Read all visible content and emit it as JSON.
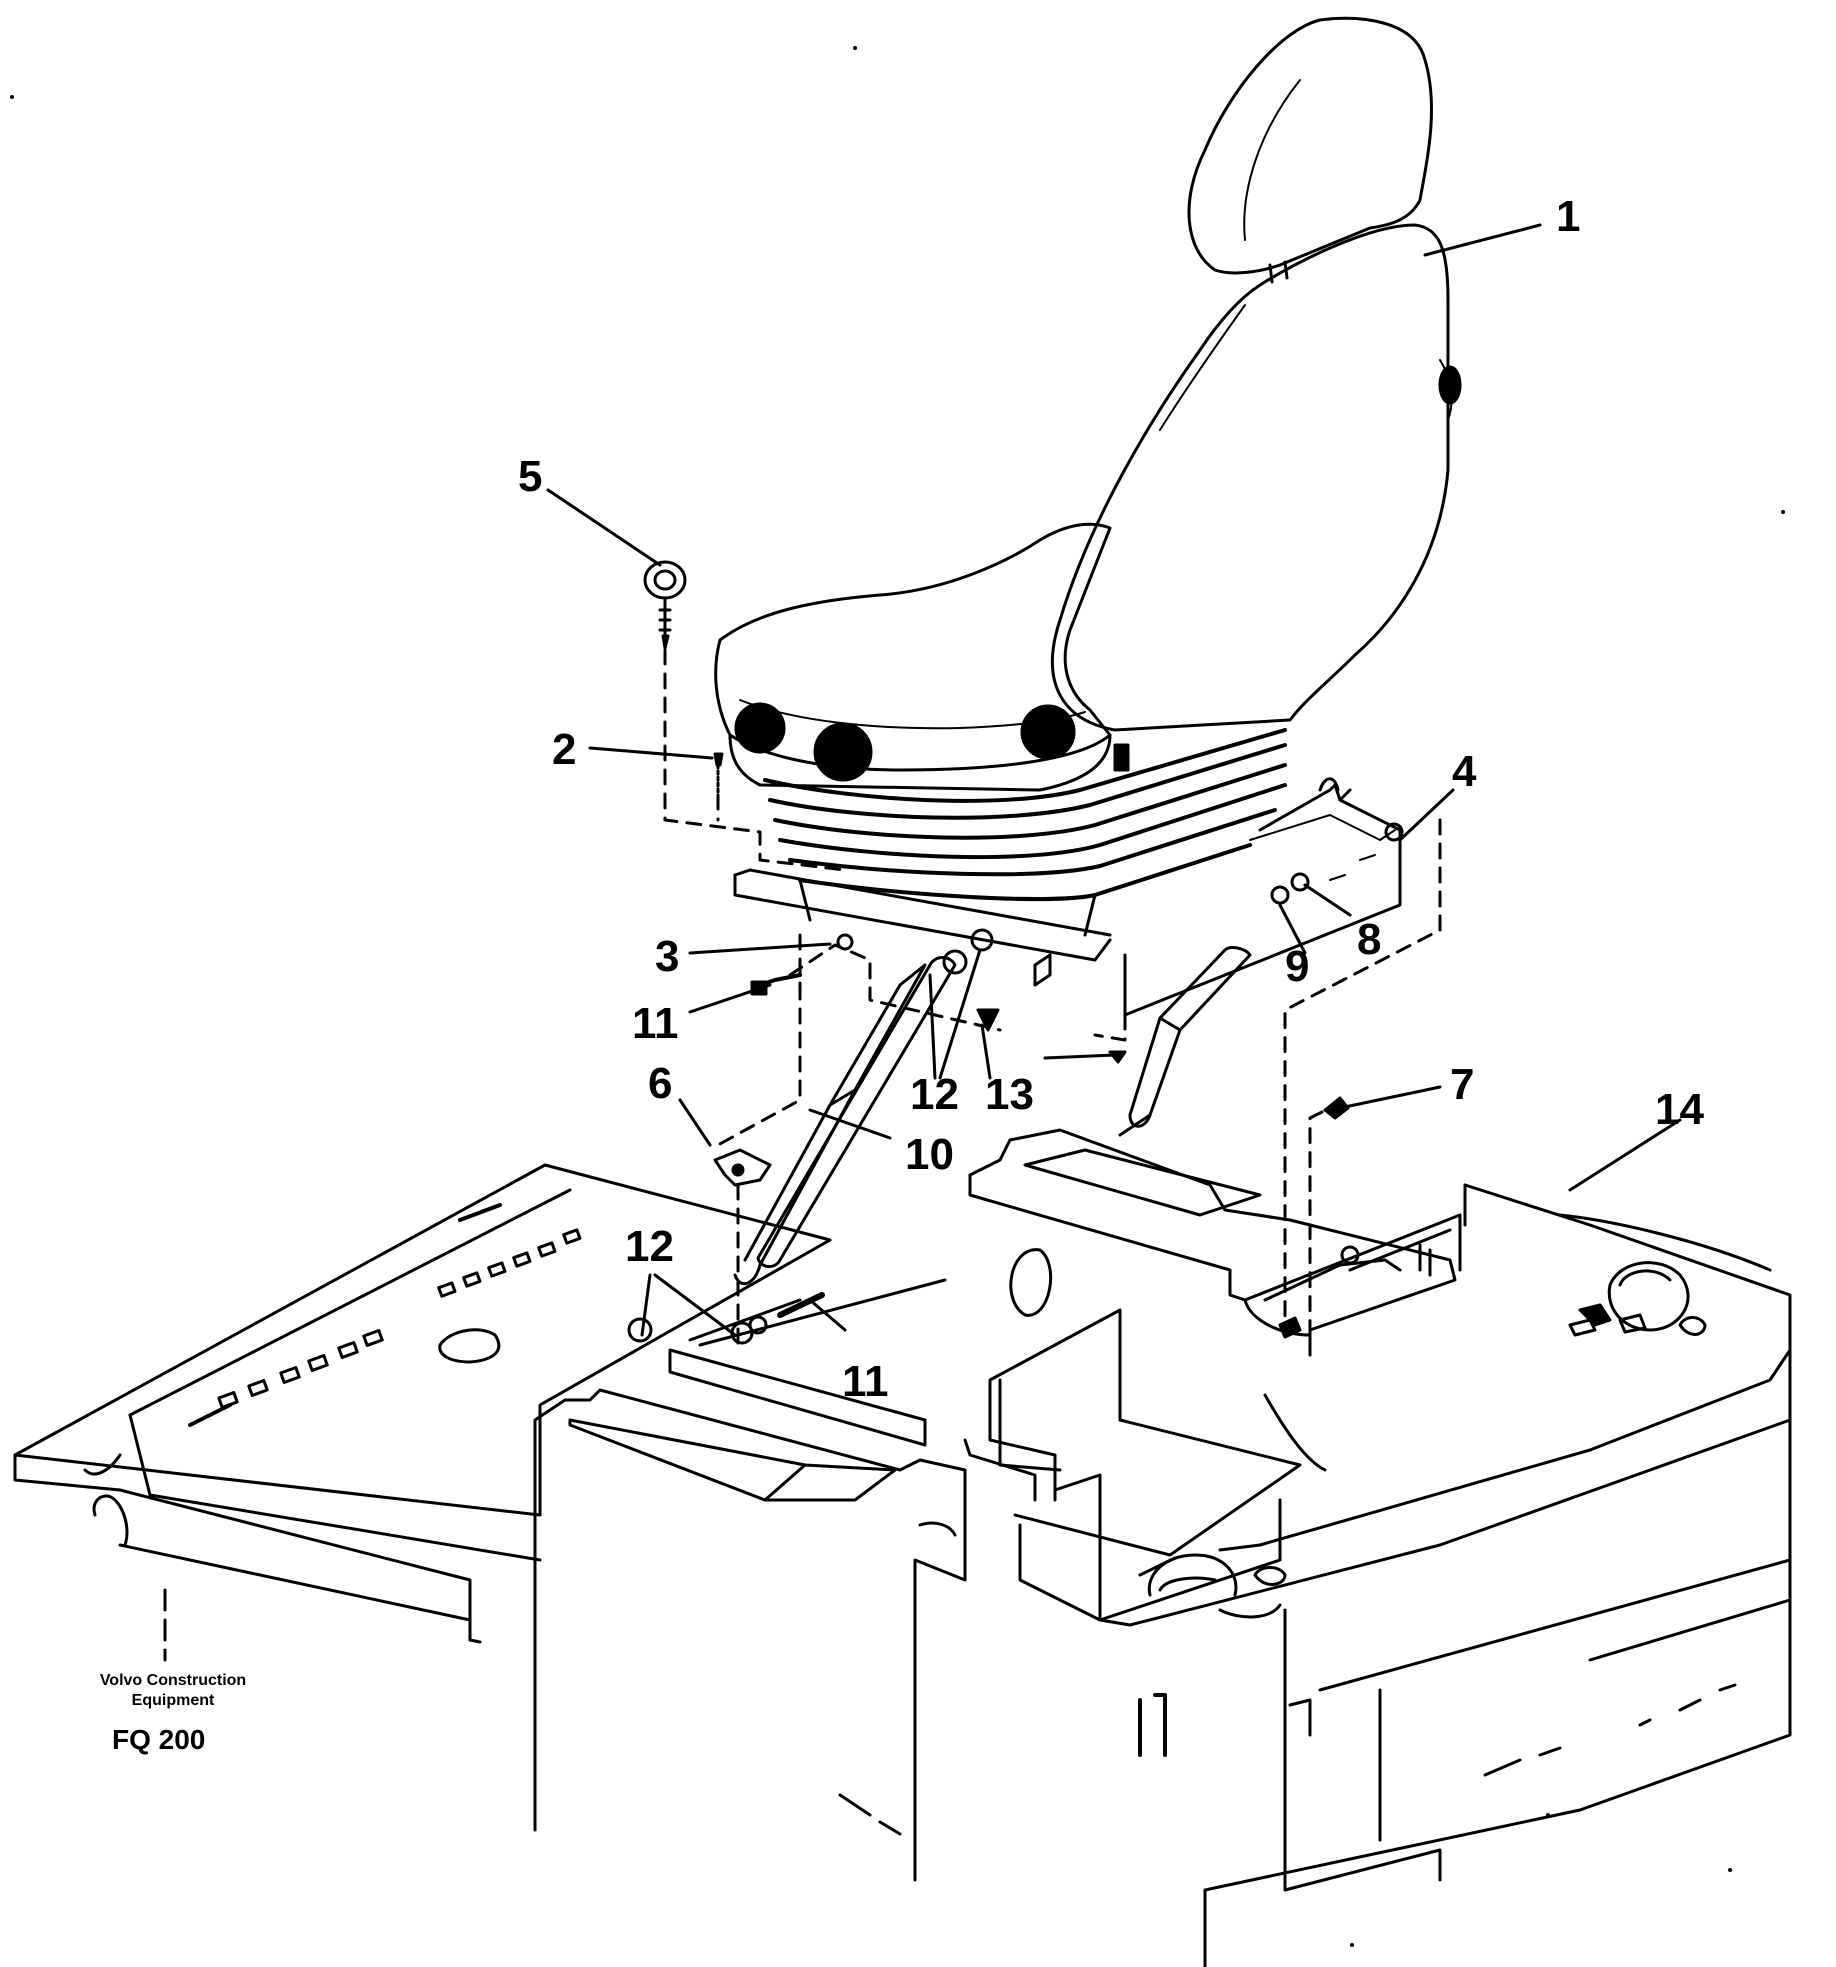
{
  "diagram": {
    "callouts": {
      "c1": "1",
      "c2": "2",
      "c3": "3",
      "c4": "4",
      "c5": "5",
      "c6": "6",
      "c7": "7",
      "c8": "8",
      "c9": "9",
      "c10": "10",
      "c11a": "11",
      "c11b": "11",
      "c12a": "12",
      "c12b": "12",
      "c13": "13",
      "c14": "14"
    }
  },
  "footer": {
    "brand_line1": "Volvo Construction",
    "brand_line2": "Equipment",
    "code": "FQ 200"
  }
}
